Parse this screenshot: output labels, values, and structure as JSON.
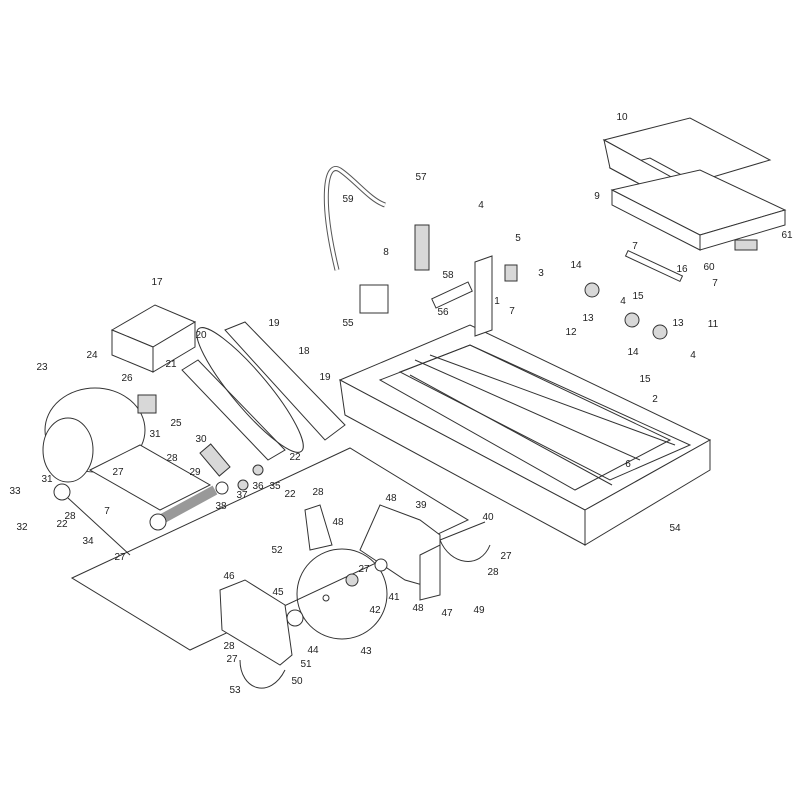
{
  "diagram": {
    "type": "exploded parts diagram",
    "callouts": [
      "10",
      "9",
      "61",
      "7",
      "16",
      "60",
      "7",
      "15",
      "11",
      "4",
      "5",
      "57",
      "59",
      "8",
      "58",
      "3",
      "1",
      "56",
      "7",
      "55",
      "14",
      "4",
      "13",
      "12",
      "13",
      "14",
      "4",
      "15",
      "2",
      "6",
      "54",
      "17",
      "19",
      "18",
      "20",
      "21",
      "19",
      "24",
      "23",
      "26",
      "25",
      "31",
      "28",
      "27",
      "29",
      "30",
      "22",
      "36",
      "35",
      "37",
      "38",
      "31",
      "33",
      "7",
      "28",
      "22",
      "32",
      "34",
      "27",
      "22",
      "28",
      "48",
      "39",
      "40",
      "48",
      "52",
      "27",
      "28",
      "27",
      "41",
      "42",
      "48",
      "47",
      "49",
      "46",
      "45",
      "44",
      "43",
      "28",
      "27",
      "51",
      "50",
      "53"
    ]
  }
}
